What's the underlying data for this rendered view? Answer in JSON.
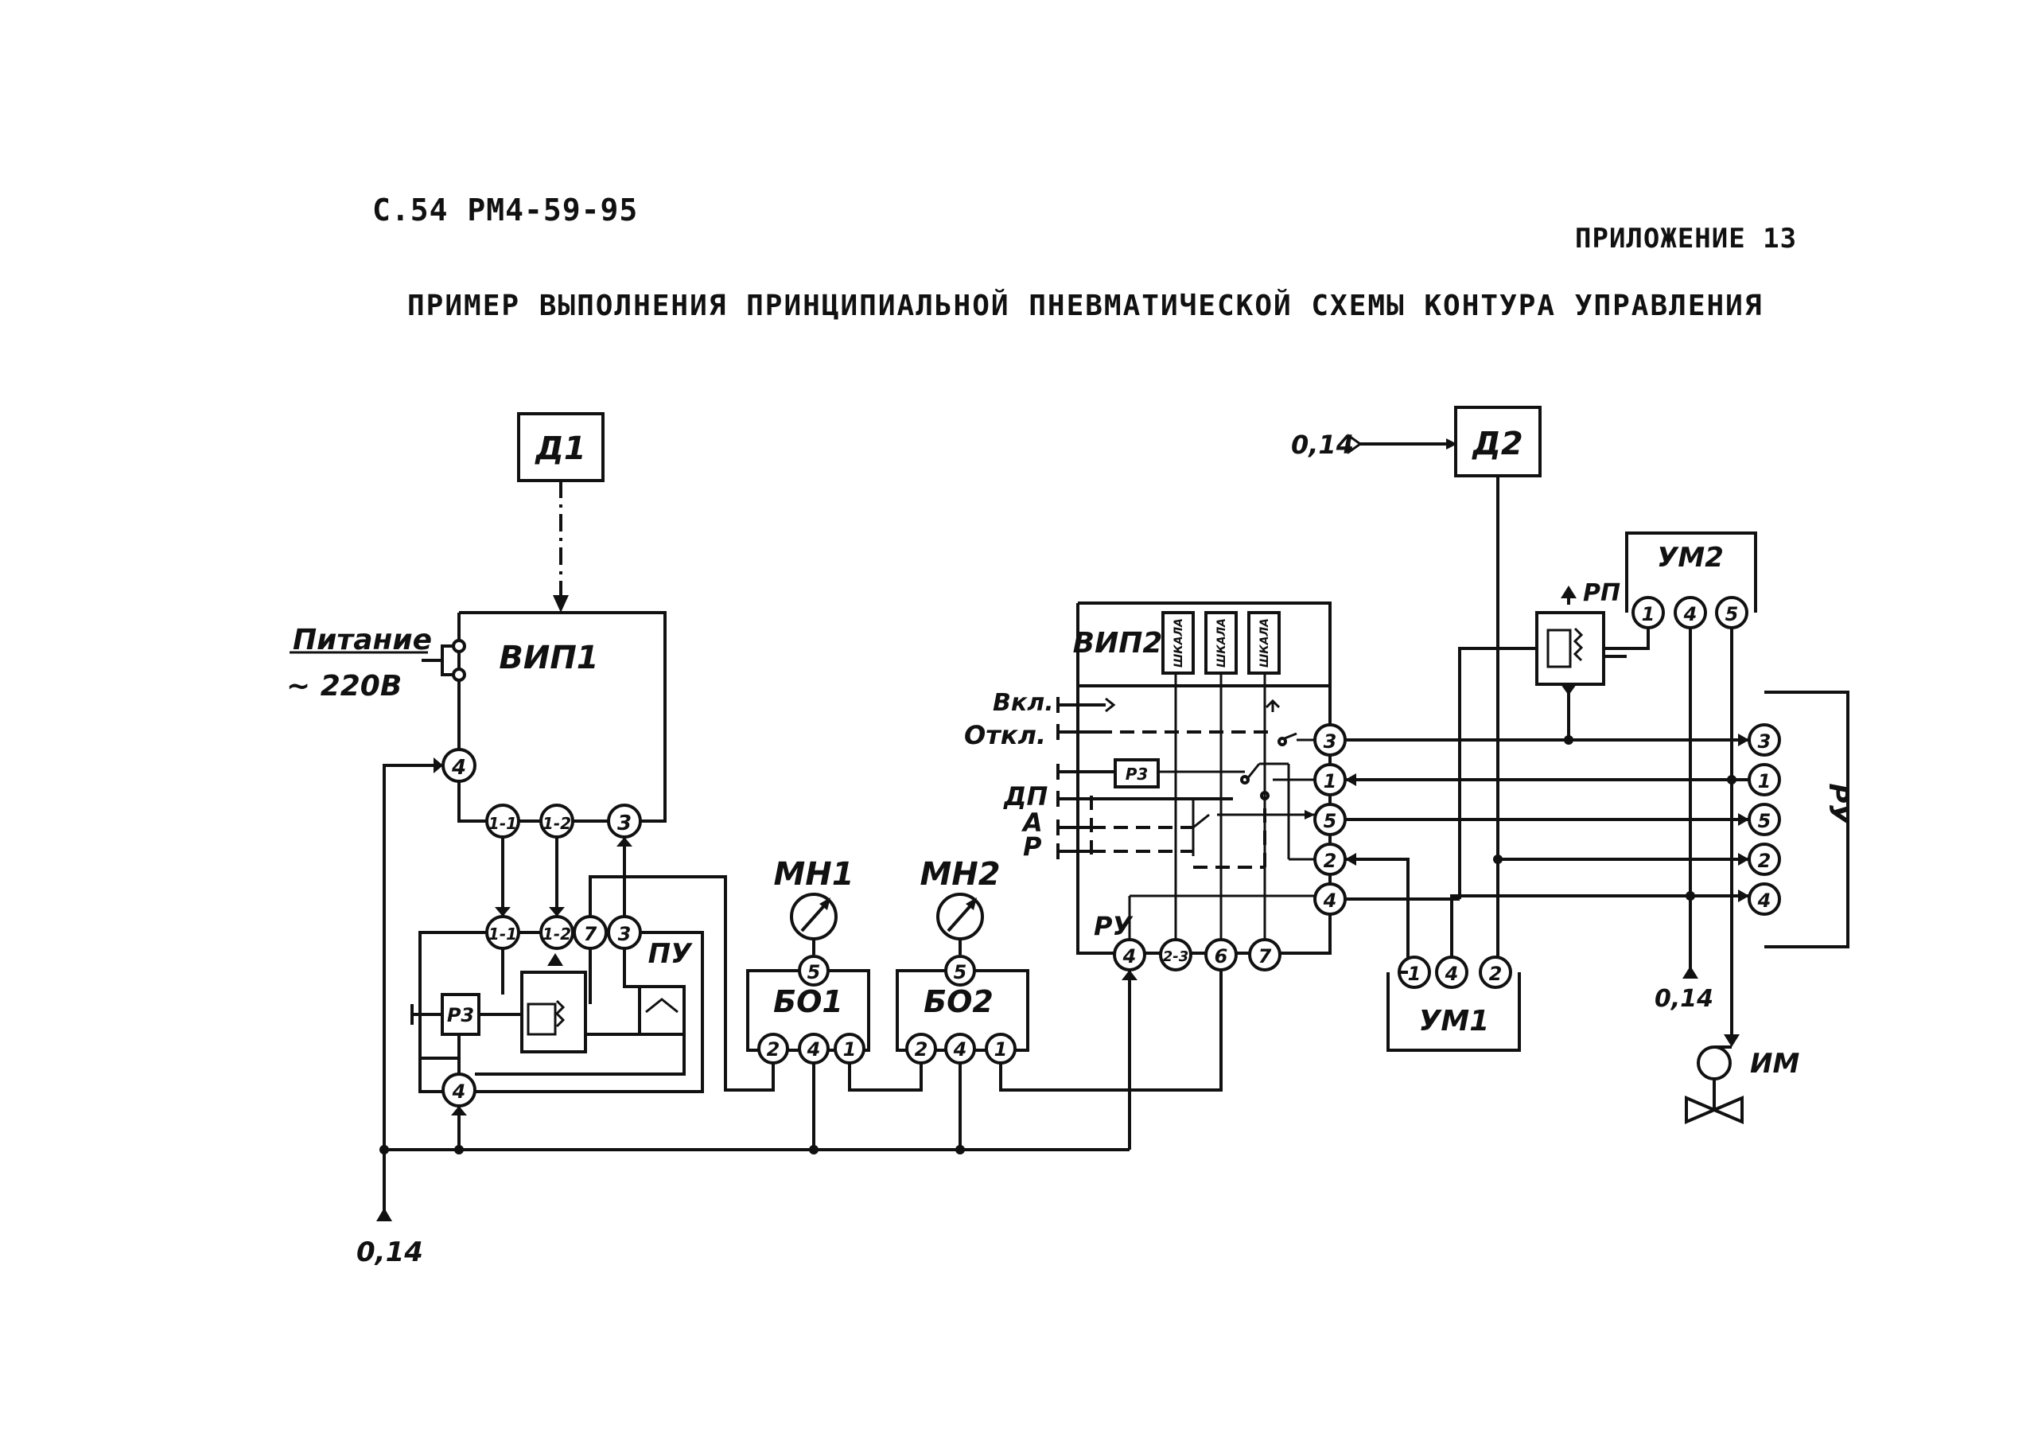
{
  "header": {
    "page_code": "С.54 РМ4-59-95",
    "appendix": "ПРИЛОЖЕНИЕ 13",
    "title": "ПРИМЕР ВЫПОЛНЕНИЯ ПРИНЦИПИАЛЬНОЙ ПНЕВМАТИЧЕСКОЙ СХЕМЫ КОНТУРА УПРАВЛЕНИЯ"
  },
  "blocks": {
    "d1": "Д1",
    "d2": "Д2",
    "vip1": "ВИП1",
    "vip2": "ВИП2",
    "pu": "ПУ",
    "bo1": "БО1",
    "bo2": "БО2",
    "mn1": "МН1",
    "mn2": "МН2",
    "ru_vip2": "РУ",
    "ru": "РУ",
    "um1": "УМ1",
    "um2": "УМ2",
    "rp": "РП",
    "im": "ИМ",
    "r3_left": "Р3",
    "r3_vip2": "Р3"
  },
  "labels": {
    "power": "Питание",
    "voltage": "~ 220В",
    "supply": "0,14",
    "on": "Вкл.",
    "off": "Откл.",
    "dp": "ДП",
    "a": "А",
    "r": "Р",
    "gauge_a": "ШКАЛА",
    "gauge_b": "ШКАЛА",
    "gauge_c": "ШКАЛА"
  },
  "ports": {
    "vip1": [
      "4",
      "1-1",
      "1-2",
      "3"
    ],
    "pu": [
      "1-1",
      "1-2",
      "7",
      "3",
      "4"
    ],
    "bo1": [
      "5",
      "2",
      "4",
      "1"
    ],
    "bo2": [
      "5",
      "2",
      "4",
      "1"
    ],
    "vip2_right": [
      "3",
      "1",
      "5",
      "2",
      "4"
    ],
    "vip2_bottom": [
      "4",
      "2-3",
      "6",
      "7"
    ],
    "ru": [
      "3",
      "1",
      "5",
      "2",
      "4"
    ],
    "um1": [
      "1",
      "4",
      "2"
    ],
    "um2": [
      "1",
      "4",
      "5"
    ]
  }
}
